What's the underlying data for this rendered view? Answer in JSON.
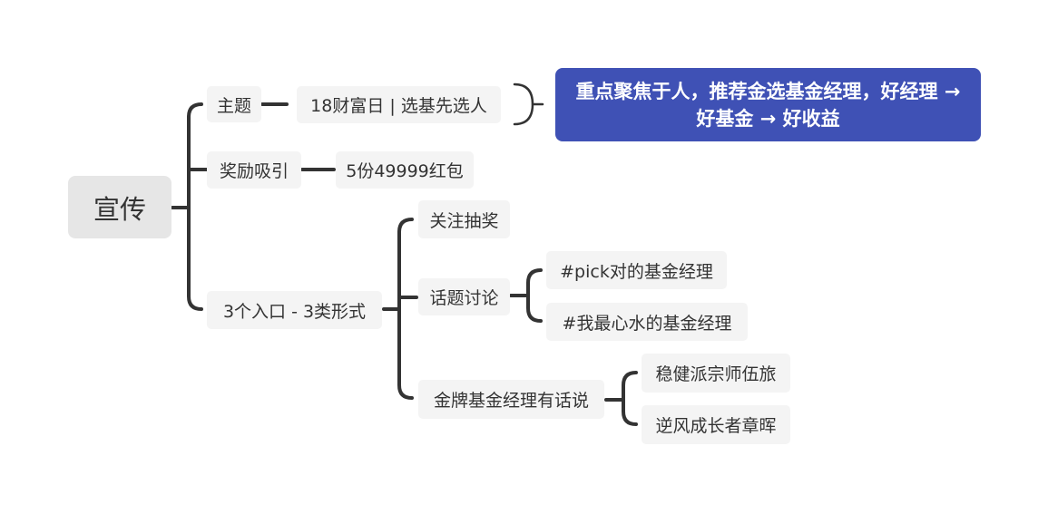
{
  "root": {
    "label": "宣传"
  },
  "branches": {
    "theme": {
      "label": "主题",
      "child": "18财富日 | 选基先选人",
      "note": "重点聚焦于人，推荐金选基金经理，好经理 → 好基金 → 好收益"
    },
    "reward": {
      "label": "奖励吸引",
      "child": "5份49999红包"
    },
    "entries": {
      "label": "3个入口 - 3类形式",
      "follow": {
        "label": "关注抽奖"
      },
      "topic": {
        "label": "话题讨论",
        "items": [
          "#pick对的基金经理",
          "#我最心水的基金经理"
        ]
      },
      "talk": {
        "label": "金牌基金经理有话说",
        "items": [
          "稳健派宗师伍旅",
          "逆风成长者章晖"
        ]
      }
    }
  },
  "colors": {
    "connector": "#333333",
    "node_bg": "#f4f4f4",
    "root_bg": "#e6e6e6",
    "callout_bg": "#3f51b5"
  }
}
